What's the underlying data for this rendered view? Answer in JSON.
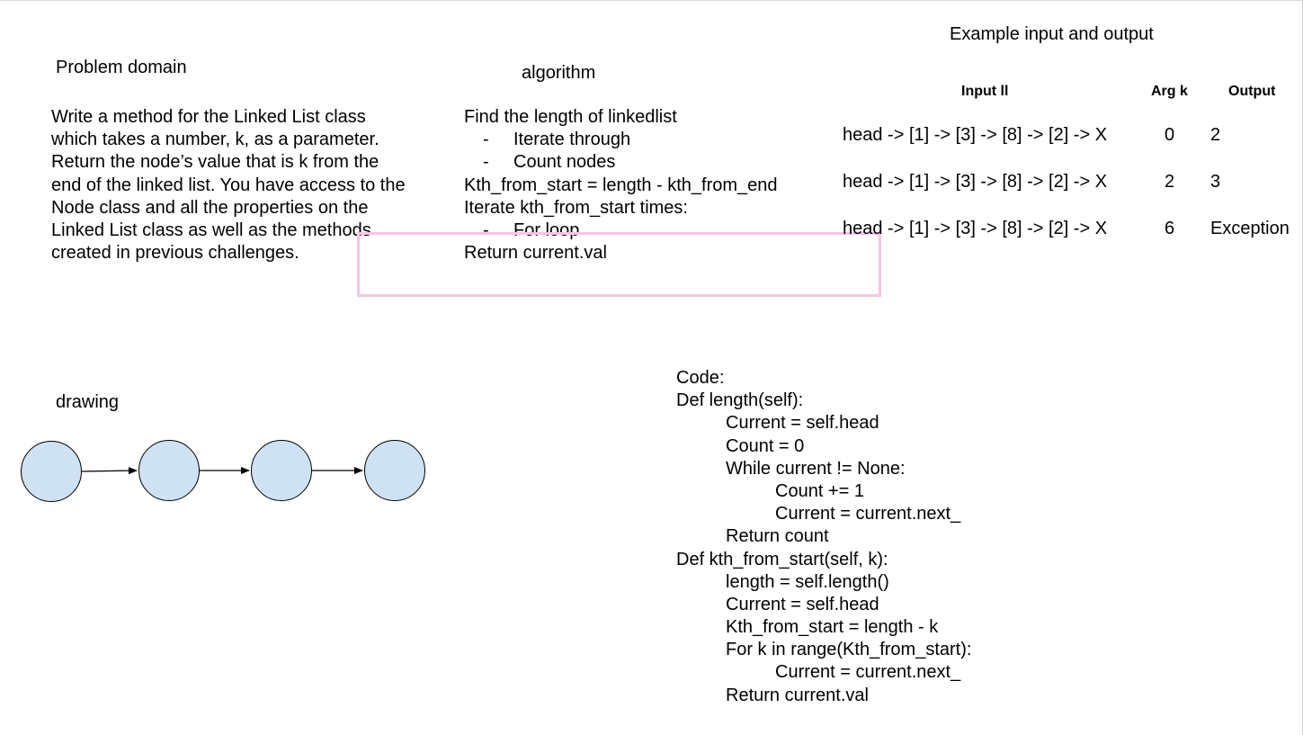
{
  "problem_domain": {
    "title": "Problem domain",
    "lines": [
      "Write a method for the Linked List class",
      "which takes a number, k, as a parameter.",
      "Return the node’s value that is k from the",
      "end of the linked list. You have access to the",
      "Node class and all the properties on the",
      "Linked List class as well as the methods",
      "created in previous challenges."
    ]
  },
  "algorithm": {
    "title": "algorithm",
    "lines": [
      {
        "text": "Find the length of linkedlist",
        "bullet": false
      },
      {
        "text": "Iterate through",
        "bullet": true
      },
      {
        "text": "Count nodes",
        "bullet": true
      },
      {
        "text": "Kth_from_start = length - kth_from_end",
        "bullet": false
      },
      {
        "text": "Iterate kth_from_start times:",
        "bullet": false
      },
      {
        "text": "For loop",
        "bullet": true
      },
      {
        "text": "Return current.val",
        "bullet": false
      }
    ],
    "bullet_char": "-"
  },
  "examples": {
    "title": "Example input and output",
    "headers": {
      "input": "Input ll",
      "arg": "Arg k",
      "output": "Output"
    },
    "rows": [
      {
        "input": "head -> [1] -> [3] -> [8] -> [2] -> X",
        "arg": "0",
        "output": "2"
      },
      {
        "input": "head -> [1] -> [3] -> [8] -> [2] -> X",
        "arg": "2",
        "output": "3"
      },
      {
        "input": "head -> [1] -> [3] -> [8] -> [2] -> X",
        "arg": "6",
        "output": "Exception"
      }
    ]
  },
  "drawing": {
    "title": "drawing",
    "node_count": 4,
    "node_fill": "#cfe2f3",
    "node_stroke": "#000000"
  },
  "code": {
    "lines": [
      {
        "text": "Code:",
        "indent": 0
      },
      {
        "text": "Def length(self):",
        "indent": 0
      },
      {
        "text": "Current = self.head",
        "indent": 1
      },
      {
        "text": "Count = 0",
        "indent": 1
      },
      {
        "text": "While current != None:",
        "indent": 1
      },
      {
        "text": "Count += 1",
        "indent": 2
      },
      {
        "text": "Current = current.next_",
        "indent": 2
      },
      {
        "text": "Return count",
        "indent": 1
      },
      {
        "text": "Def kth_from_start(self, k):",
        "indent": 0
      },
      {
        "text": "length = self.length()",
        "indent": 1
      },
      {
        "text": "Current = self.head",
        "indent": 1
      },
      {
        "text": "Kth_from_start = length - k",
        "indent": 1
      },
      {
        "text": "For k in range(Kth_from_start):",
        "indent": 1
      },
      {
        "text": "Current = current.next_",
        "indent": 2
      },
      {
        "text": "Return current.val",
        "indent": 1
      }
    ]
  },
  "colors": {
    "highlight_border": "#f4c6e3"
  }
}
